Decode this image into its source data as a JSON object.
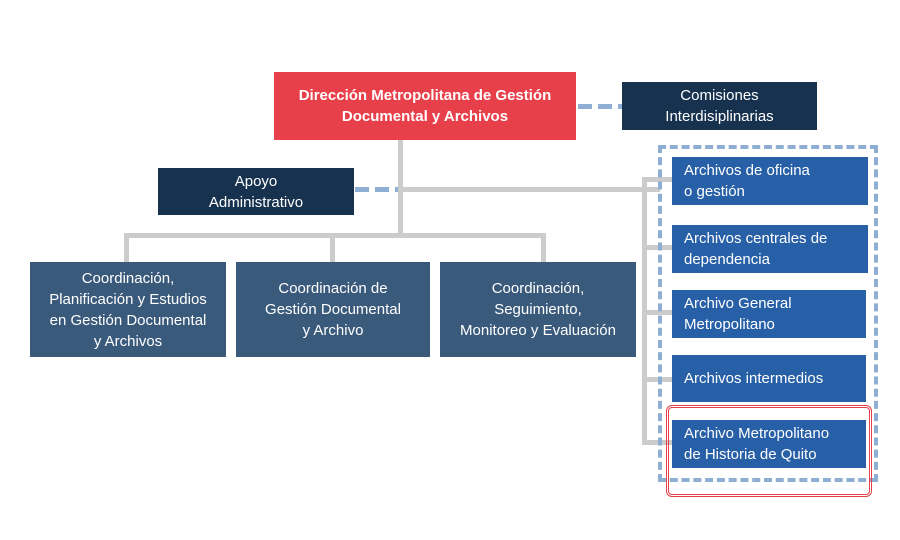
{
  "chart_data": {
    "type": "org-chart",
    "top": "Dirección Metropolitana de Gestión\nDocumental y Archivos",
    "advisory": "Comisiones\nInterdisiplinarias",
    "support": "Apoyo\nAdministrativo",
    "coordinations": [
      "Coordinación,\nPlanificación y Estudios\nen Gestión Documental\ny Archivos",
      "Coordinación de\nGestión Documental\ny Archivo",
      "Coordinación,\nSeguimiento,\nMonitoreo y Evaluación"
    ],
    "archives": [
      "Archivos de oficina\no gestión",
      "Archivos centrales de\ndependencia",
      "Archivo General\nMetropolitano",
      "Archivos intermedios",
      "Archivo Metropolitano\nde Historia de Quito"
    ],
    "highlighted_archive_index": 4
  },
  "colors": {
    "top": "#e8404a",
    "navy": "#17324f",
    "coordination": "#3a5a7c",
    "archive": "#2860a8",
    "connector": "#cccccc",
    "dashed": "#8eaed3",
    "highlight": "#e8404a"
  }
}
